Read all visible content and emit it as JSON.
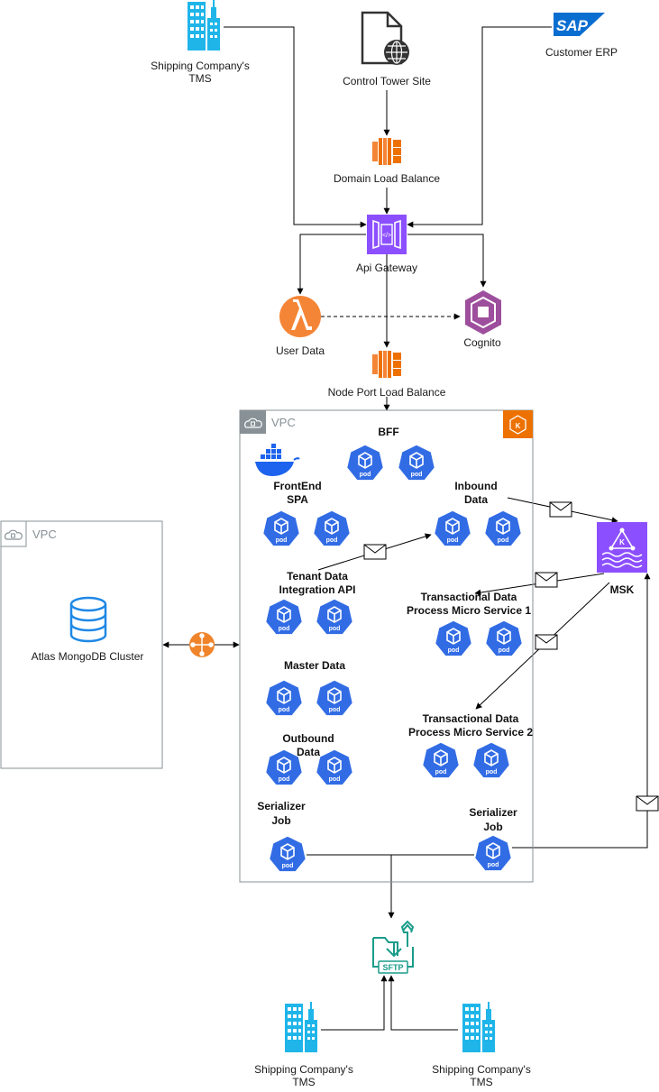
{
  "nodes": {
    "tms_top": "Shipping Company's",
    "tms_top_2": "TMS",
    "control_tower": "Control Tower Site",
    "customer_erp": "Customer ERP",
    "sap_logo": "SAP",
    "domain_lb": "Domain Load Balance",
    "api_gateway": "Api Gateway",
    "user_data": "User Data",
    "cognito": "Cognito",
    "node_port_lb": "Node Port Load Balance",
    "msk": "MSK",
    "atlas": "Atlas MongoDB Cluster",
    "tms_bottom_left": "Shipping Company's",
    "tms_bottom_left_2": "TMS",
    "tms_bottom_right": "Shipping Company's",
    "tms_bottom_right_2": "TMS",
    "sftp": "SFTP"
  },
  "vpc": {
    "main_label": "VPC",
    "atlas_label": "VPC"
  },
  "services": {
    "bff": "BFF",
    "frontend_1": "FrontEnd",
    "frontend_2": "SPA",
    "inbound_1": "Inbound",
    "inbound_2": "Data",
    "tenant_1": "Tenant Data",
    "tenant_2": "Integration API",
    "trans1_1": "Transactional Data",
    "trans1_2": "Process Micro Service 1",
    "master": "Master Data",
    "trans2_1": "Transactional Data",
    "trans2_2": "Process Micro Service 2",
    "outbound_1": "Outbound",
    "outbound_2": "Data",
    "serializer_left_1": "Serializer",
    "serializer_left_2": "Job",
    "serializer_right_1": "Serializer",
    "serializer_right_2": "Job"
  },
  "pod_label": "pod",
  "icons": {
    "tms": "office-building-icon",
    "control_tower": "web-document-icon",
    "erp": "sap-logo-icon",
    "load_balancer": "load-balancer-icon",
    "api_gateway": "api-gateway-icon",
    "lambda": "lambda-icon",
    "cognito": "cognito-icon",
    "msk": "msk-icon",
    "database": "database-icon",
    "peering": "vpc-peering-icon",
    "pod": "kubernetes-pod-icon",
    "message": "envelope-icon",
    "sftp": "sftp-icon",
    "eks": "eks-icon",
    "docker": "docker-icon",
    "cloud": "vpc-cloud-icon"
  },
  "colors": {
    "building": "#1fb5e9",
    "lb_orange": "#ed7100",
    "api_purple": "#8c4fff",
    "cognito_purple": "#9d4e9c",
    "pod_blue": "#326ce5",
    "sftp_teal": "#1a9c8a",
    "peering_orange": "#f0842b",
    "db_blue": "#1e88e5",
    "vpc_gray": "#879196"
  }
}
